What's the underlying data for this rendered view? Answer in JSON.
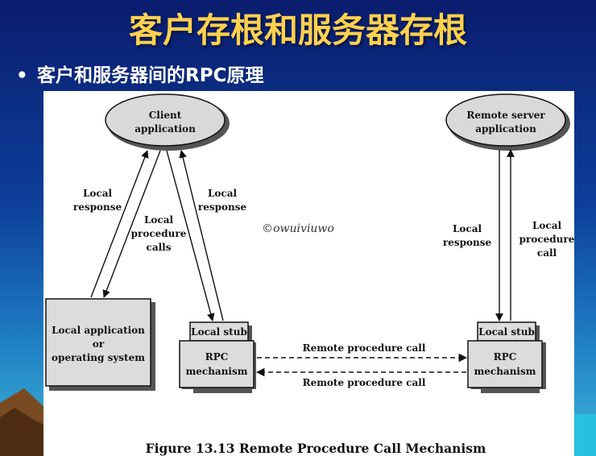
{
  "slide": {
    "title": "客户存根和服务器存根",
    "bullet_symbol": "•",
    "bullet_text": "客户和服务器间的RPC原理"
  },
  "figure": {
    "client_app": [
      "Client",
      "application"
    ],
    "remote_server_app": [
      "Remote server",
      "application"
    ],
    "local_response_left": [
      "Local",
      "response"
    ],
    "local_procedure_calls": [
      "Local",
      "procedure",
      "calls"
    ],
    "local_response_mid": [
      "Local",
      "response"
    ],
    "watermark": "©owuiviuwo",
    "local_response_right": [
      "Local",
      "response"
    ],
    "local_procedure_call_right": [
      "Local",
      "procedure",
      "call"
    ],
    "local_app_os": [
      "Local application",
      "or",
      "operating system"
    ],
    "local_stub_left": "Local stub",
    "rpc_mech_left": [
      "RPC",
      "mechanism"
    ],
    "local_stub_right": "Local stub",
    "rpc_mech_right": [
      "RPC",
      "mechanism"
    ],
    "remote_call_top": "Remote procedure call",
    "remote_call_bottom": "Remote procedure call",
    "caption": "Figure 13.13  Remote Procedure Call Mechanism"
  },
  "colors": {
    "title": "#ffd14d",
    "ellipse_fill": "#d9d9d9",
    "box_fill": "#dcdcdc"
  }
}
